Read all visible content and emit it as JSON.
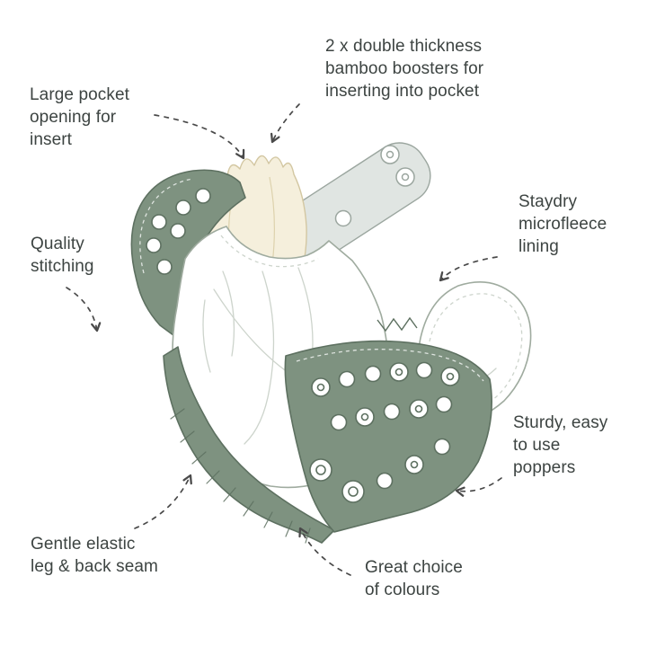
{
  "colors": {
    "shell_green": "#7e9280",
    "outline_green": "#5d7060",
    "booster_cream": "#f5efdc",
    "cream_outline": "#d3c7a2",
    "booster_gray": "#e0e5e2",
    "gray_outline": "#9ba69f",
    "inner_line": "#cdd4cc",
    "arrow": "#4a4a4a",
    "text": "#3d4442"
  },
  "labels": {
    "large_pocket": "Large pocket\nopening for\ninsert",
    "boosters": "2 x double thickness\nbamboo boosters for\ninserting into pocket",
    "staydry": "Staydry\nmicrofleece\nlining",
    "quality": "Quality\nstitching",
    "poppers": "Sturdy, easy\nto use\npoppers",
    "elastic": "Gentle elastic\nleg & back seam",
    "colours": "Great choice\nof colours"
  }
}
